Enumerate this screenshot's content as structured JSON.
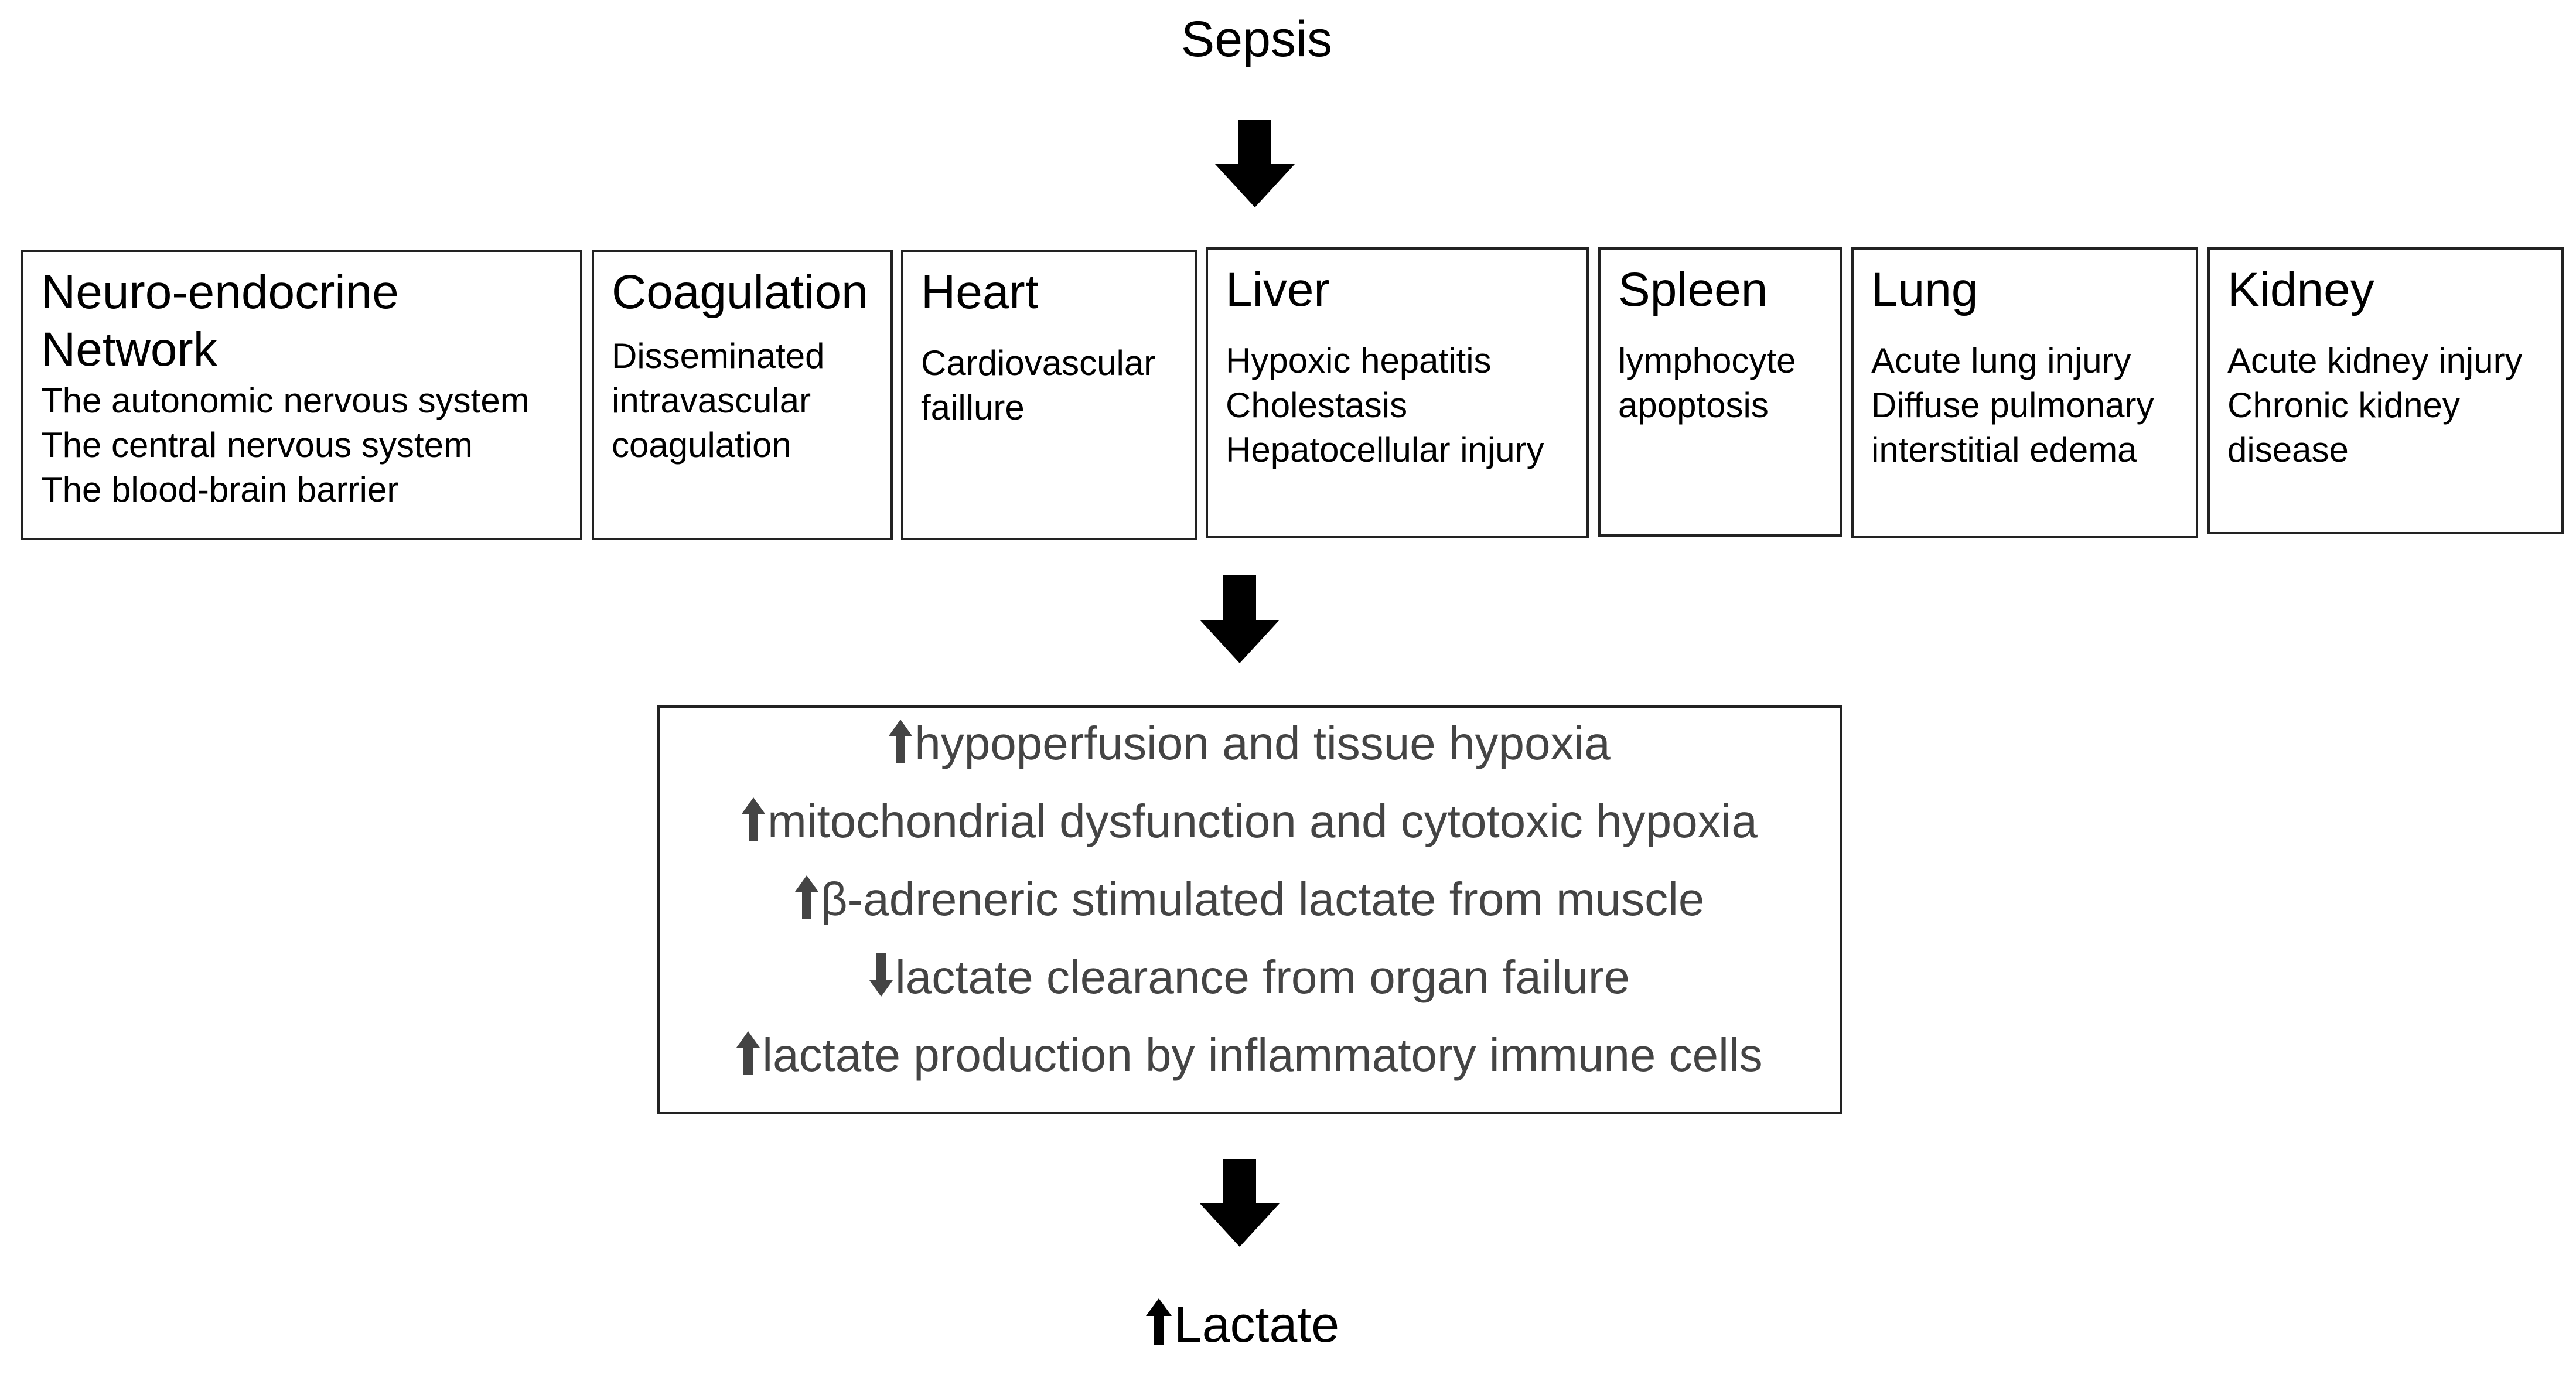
{
  "top_label": "Sepsis",
  "organs": [
    {
      "title": "Neuro-endocrine Network",
      "items": [
        "The autonomic nervous system",
        "The central nervous system",
        "The blood-brain barrier"
      ]
    },
    {
      "title": "Coagulation",
      "items": [
        "Disseminated",
        "intravascular",
        "coagulation"
      ]
    },
    {
      "title": "Heart",
      "items": [
        "Cardiovascular",
        "faillure"
      ]
    },
    {
      "title": "Liver",
      "items": [
        "Hypoxic hepatitis",
        "Cholestasis",
        "Hepatocellular injury"
      ]
    },
    {
      "title": "Spleen",
      "items": [
        "lymphocyte",
        "apoptosis"
      ]
    },
    {
      "title": "Lung",
      "items": [
        "Acute lung injury",
        "Diffuse pulmonary",
        "interstitial edema"
      ]
    },
    {
      "title": "Kidney",
      "items": [
        "Acute kidney injury",
        "Chronic kidney",
        "disease"
      ]
    }
  ],
  "mechanisms": [
    {
      "direction": "up",
      "text": "hypoperfusion and tissue hypoxia"
    },
    {
      "direction": "up",
      "text": "mitochondrial dysfunction and cytotoxic hypoxia"
    },
    {
      "direction": "up",
      "text": "β-adreneric stimulated lactate from muscle"
    },
    {
      "direction": "down",
      "text": "lactate clearance from organ failure"
    },
    {
      "direction": "up",
      "text": "lactate production by inflammatory immune cells"
    }
  ],
  "result": {
    "direction": "up",
    "text": "Lactate"
  }
}
